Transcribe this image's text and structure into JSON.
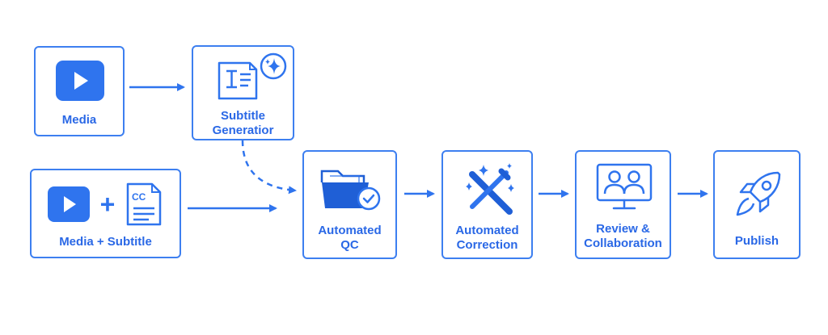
{
  "colors": {
    "accent": "#2f74ee",
    "border": "#3d7ff0",
    "text": "#2a68e6"
  },
  "nodes": {
    "media": {
      "label": "Media",
      "icon": "play-icon"
    },
    "subtitle_generator": {
      "label": "Subtitle\nGeneratior",
      "icon": "document-sparkle-icon"
    },
    "media_subtitle": {
      "label": "Media + Subtitle",
      "icon": "play-plus-cc-icon",
      "operator": "+",
      "badge": "CC"
    },
    "automated_qc": {
      "label": "Automated\nQC",
      "icon": "folder-check-icon"
    },
    "automated_correction": {
      "label": "Automated\nCorrection",
      "icon": "magic-wand-icon"
    },
    "review_collaboration": {
      "label": "Review &\nCollaboration",
      "icon": "monitor-users-icon"
    },
    "publish": {
      "label": "Publish",
      "icon": "rocket-icon"
    }
  }
}
